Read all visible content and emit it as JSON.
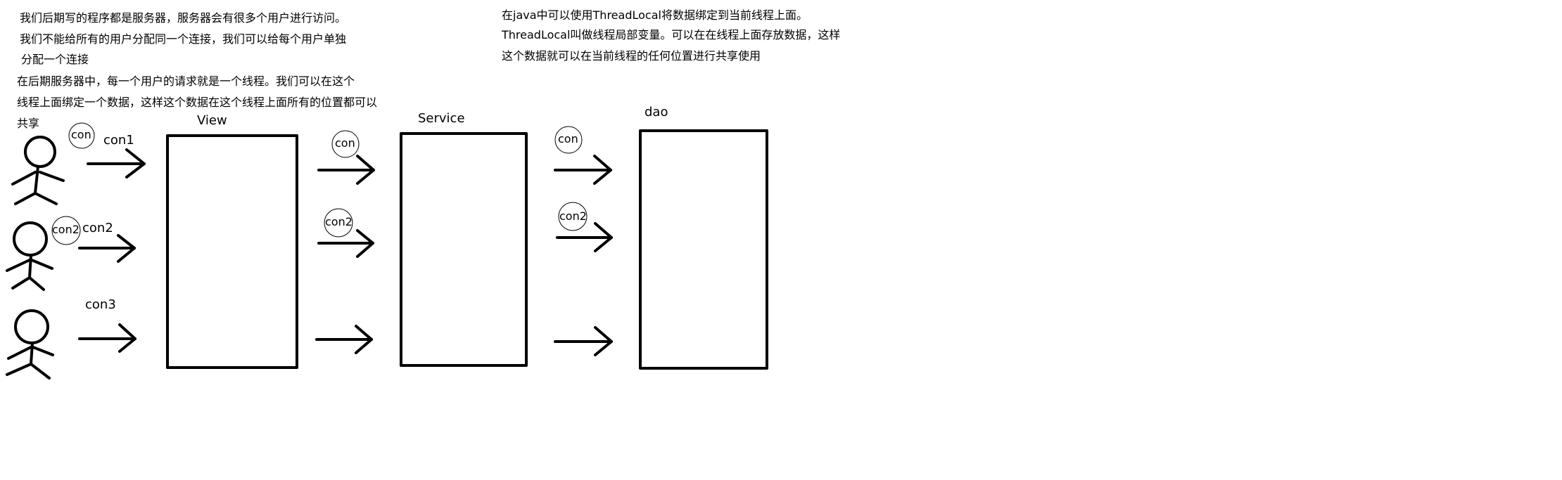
{
  "notes_left": [
    "我们后期写的程序都是服务器，服务器会有很多个用户进行访问。",
    "我们不能给所有的用户分配同一个连接，我们可以给每个用户单独",
    "分配一个连接",
    "在后期服务器中，每一个用户的请求就是一个线程。我们可以在这个",
    "线程上面绑定一个数据，这样这个数据在这个线程上面所有的位置都可以",
    "共享"
  ],
  "notes_right": [
    "在java中可以使用ThreadLocal将数据绑定到当前线程上面。",
    "ThreadLocal叫做线程局部变量。可以在在线程上面存放数据，这样",
    "这个数据就可以在当前线程的任何位置进行共享使用"
  ],
  "layers": {
    "view": "View",
    "service": "Service",
    "dao": "dao"
  },
  "connections": {
    "user1_circle": "con",
    "user1_label": "con1",
    "user2_circle": "con2",
    "user2_label": "con2",
    "user3_label": "con3",
    "service_row1_circle": "con",
    "service_row2_circle": "con2",
    "dao_row1_circle": "con",
    "dao_row2_circle": "con2"
  },
  "colors": {
    "stroke": "#000000",
    "background": "#ffffff"
  }
}
